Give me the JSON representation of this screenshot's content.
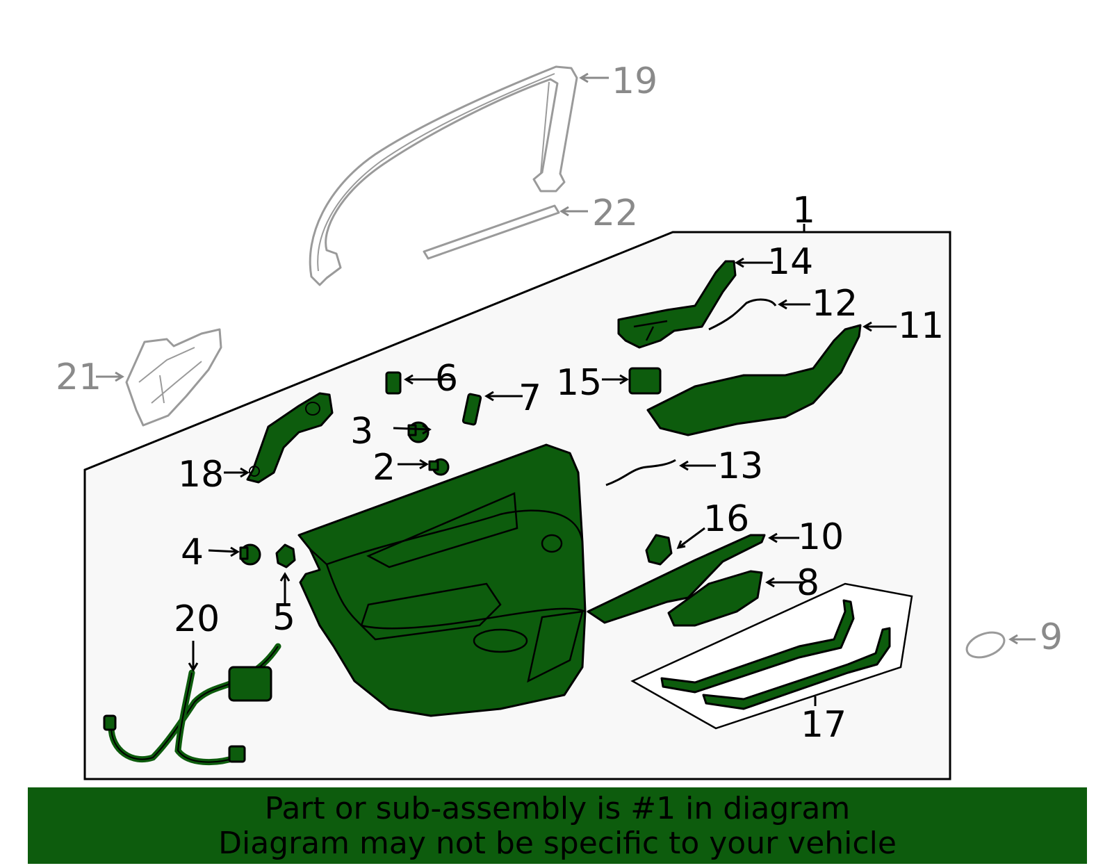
{
  "callouts": {
    "c1": "1",
    "c2": "2",
    "c3": "3",
    "c4": "4",
    "c5": "5",
    "c6": "6",
    "c7": "7",
    "c8": "8",
    "c9": "9",
    "c10": "10",
    "c11": "11",
    "c12": "12",
    "c13": "13",
    "c14": "14",
    "c15": "15",
    "c16": "16",
    "c17": "17",
    "c18": "18",
    "c19": "19",
    "c20": "20",
    "c21": "21",
    "c22": "22"
  },
  "colors": {
    "highlight": "#0d5c0d",
    "panel_bg": "#f8f8f8",
    "ghost_stroke": "#9a9a9a"
  },
  "banner": {
    "line1": "Part or sub-assembly is #1 in diagram",
    "line2": "Diagram may not be specific to your vehicle"
  }
}
